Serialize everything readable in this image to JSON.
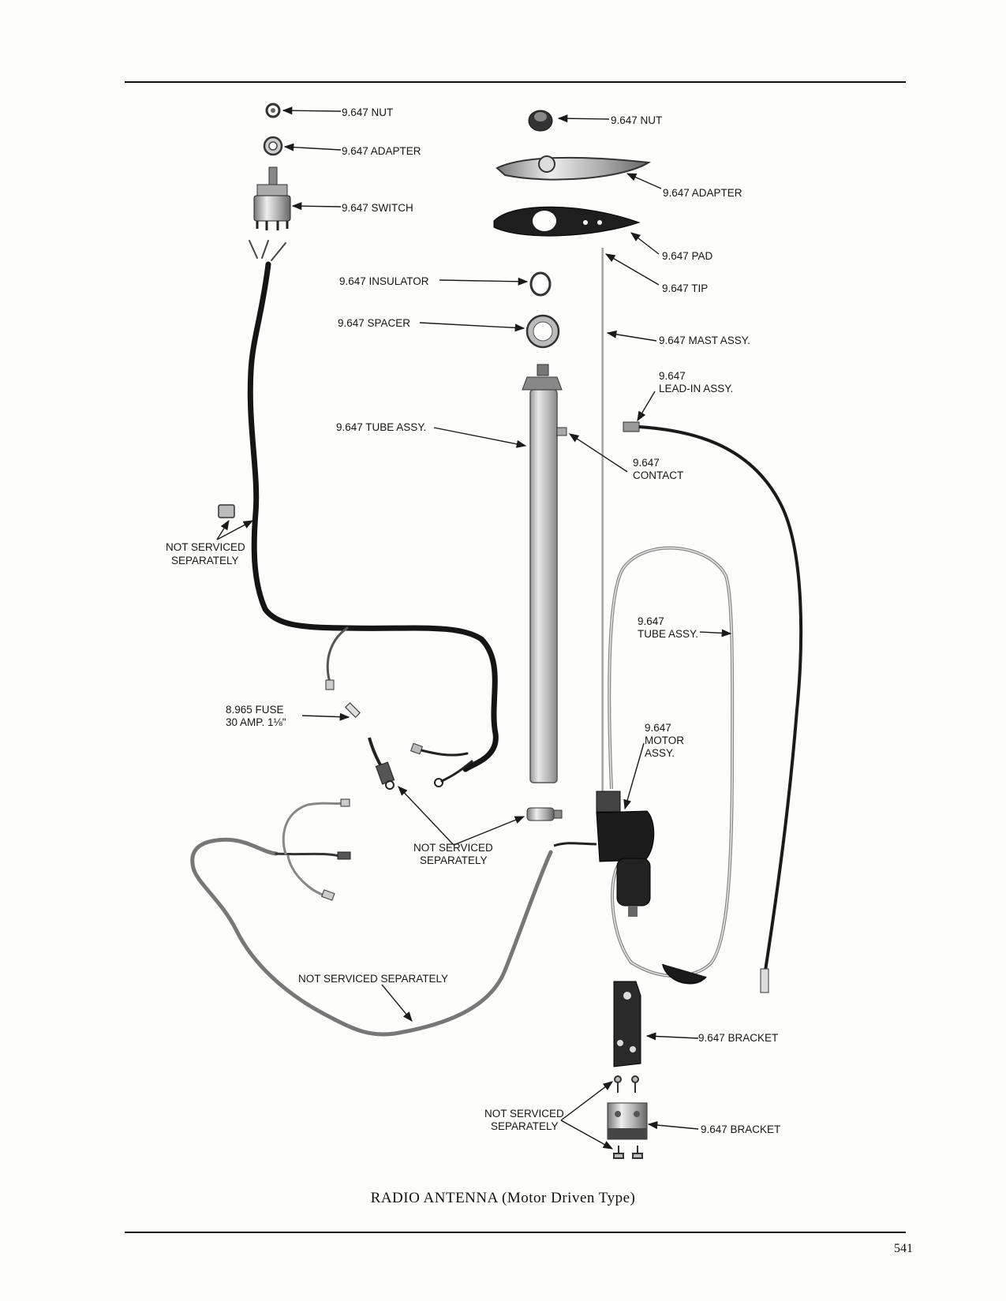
{
  "callouts": {
    "nut_left": "9.647 NUT",
    "adapter_left": "9.647 ADAPTER",
    "switch": "9.647 SWITCH",
    "nut_right": "9.647 NUT",
    "adapter_right": "9.647 ADAPTER",
    "pad": "9.647 PAD",
    "tip": "9.647 TIP",
    "insulator": "9.647 INSULATOR",
    "spacer": "9.647 SPACER",
    "mast": "9.647 MAST ASSY.",
    "lead_in_1": "9.647",
    "lead_in_2": "LEAD-IN ASSY.",
    "tube_assy": "9.647 TUBE ASSY.",
    "contact_1": "9.647",
    "contact_2": "CONTACT",
    "nss_left_1": "NOT SERVICED",
    "nss_left_2": "SEPARATELY",
    "tube_assy2_1": "9.647",
    "tube_assy2_2": "TUBE ASSY.",
    "fuse_1": "8.965 FUSE",
    "fuse_2": "30 AMP. 1⅛\"",
    "motor_1": "9.647",
    "motor_2": "MOTOR",
    "motor_3": "ASSY.",
    "nss_mid_1": "NOT SERVICED",
    "nss_mid_2": "SEPARATELY",
    "nss_wire": "NOT SERVICED SEPARATELY",
    "bracket_upper": "9.647 BRACKET",
    "nss_bottom_1": "NOT SERVICED",
    "nss_bottom_2": "SEPARATELY",
    "bracket_lower": "9.647 BRACKET"
  },
  "caption": "RADIO ANTENNA (Motor Driven Type)",
  "page_number": "541"
}
